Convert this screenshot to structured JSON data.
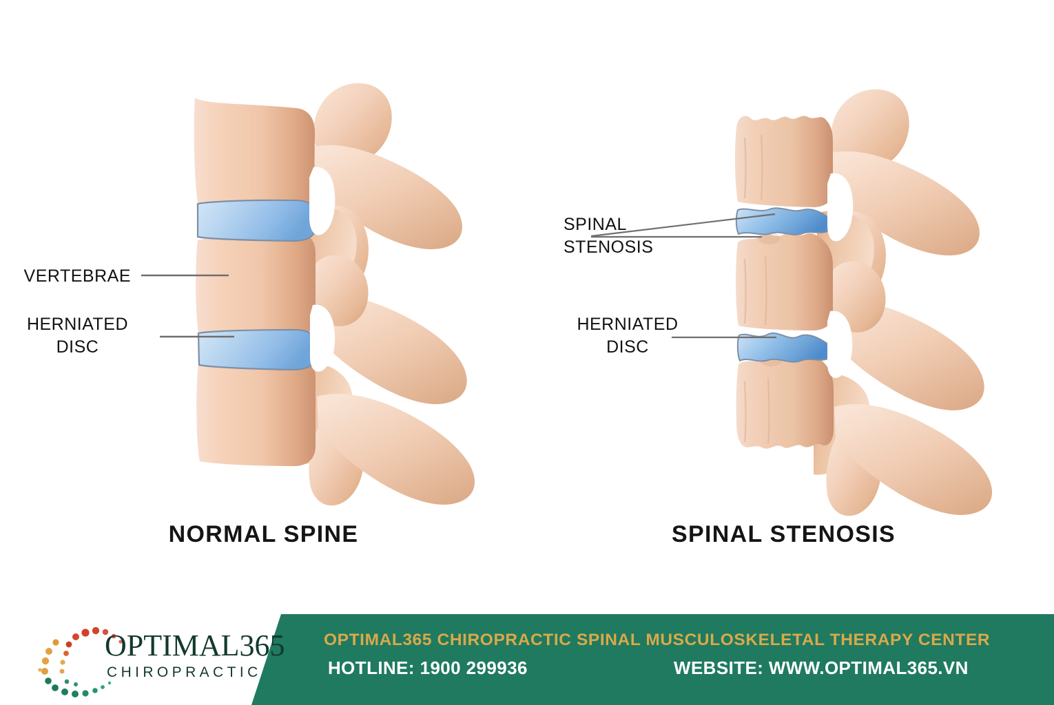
{
  "diagrams": {
    "left": {
      "caption": "NORMAL SPINE",
      "labels": [
        {
          "text": "VERTEBRAE",
          "name": "label-vertebrae"
        },
        {
          "text": "HERNIATED\nDISC",
          "name": "label-herniated-disc"
        }
      ]
    },
    "right": {
      "caption": "SPINAL STENOSIS",
      "labels": [
        {
          "text": "SPINAL\nSTENOSIS",
          "name": "label-spinal-stenosis"
        },
        {
          "text": "HERNIATED\nDISC",
          "name": "label-herniated-disc"
        }
      ]
    }
  },
  "footer": {
    "logo": {
      "name": "OPTIMAL365",
      "subtitle": "CHIROPRACTIC"
    },
    "band": {
      "title": "OPTIMAL365 CHIROPRACTIC SPINAL MUSCULOSKELETAL THERAPY CENTER",
      "hotline": "HOTLINE: 1900 299936",
      "website": "WEBSITE: WWW.OPTIMAL365.VN"
    }
  },
  "colors": {
    "band_green": "#1f7a60",
    "gold": "#d9a94a",
    "white": "#ffffff",
    "logo_dark_green": "#14392e",
    "bone_light": "#f6d7bf",
    "bone_mid": "#edbb9a",
    "bone_shadow": "#cf9b78",
    "disc_light": "#cfe3f5",
    "disc_mid": "#a8cdee",
    "disc_dark": "#6ea4d8",
    "leader_line": "#6e6e6e",
    "text_dark": "#111111"
  }
}
